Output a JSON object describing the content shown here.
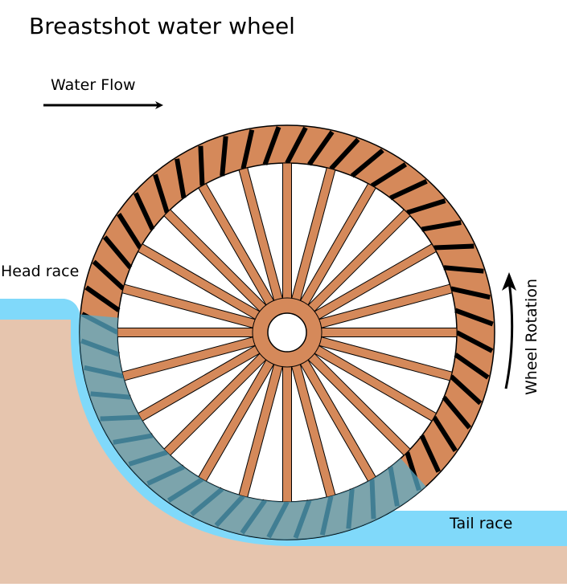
{
  "title": "Breastshot water wheel",
  "labels": {
    "water_flow": "Water Flow",
    "head_race": "Head race",
    "tail_race": "Tail race",
    "wheel_rotation": "Wheel Rotation"
  },
  "colors": {
    "ground": "#e6c5ae",
    "water": "#80d9fa",
    "submerged_overlay": "#5aaecc",
    "wood": "#d5895a",
    "paddle": "#000000",
    "background": "#ffffff"
  },
  "wheel": {
    "spoke_count": 24,
    "paddle_count": 48
  }
}
